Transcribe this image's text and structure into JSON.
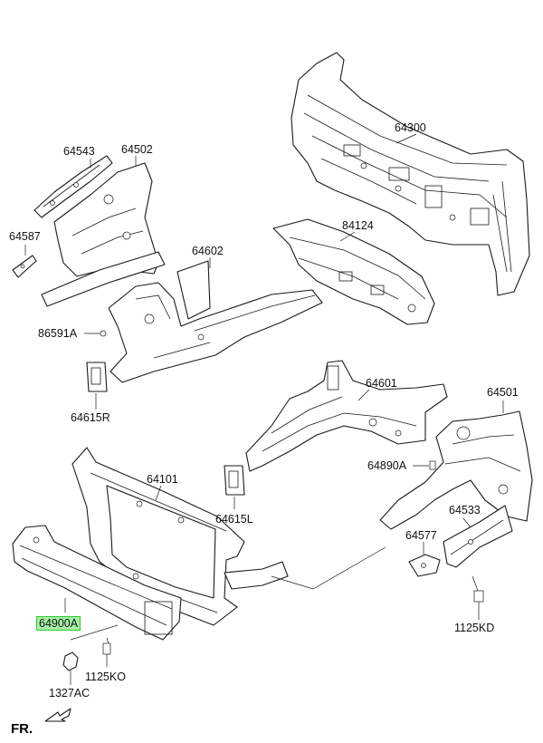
{
  "labels": {
    "p64300": "64300",
    "p64543": "64543",
    "p64502": "64502",
    "p84124": "84124",
    "p64587": "64587",
    "p64602": "64602",
    "p86591A": "86591A",
    "p64615R": "64615R",
    "p64601": "64601",
    "p64501": "64501",
    "p64101": "64101",
    "p64890A": "64890A",
    "p64615L": "64615L",
    "p64533": "64533",
    "p64577": "64577",
    "p64900A": "64900A",
    "p1125KD": "1125KD",
    "p1125KO": "1125KO",
    "p1327AC": "1327AC"
  },
  "direction": {
    "label": "FR."
  },
  "colors": {
    "highlight_fill": "#a6f0a6",
    "highlight_border": "#32c832",
    "line": "#1a1a1a"
  },
  "highlighted_part": "64900A"
}
